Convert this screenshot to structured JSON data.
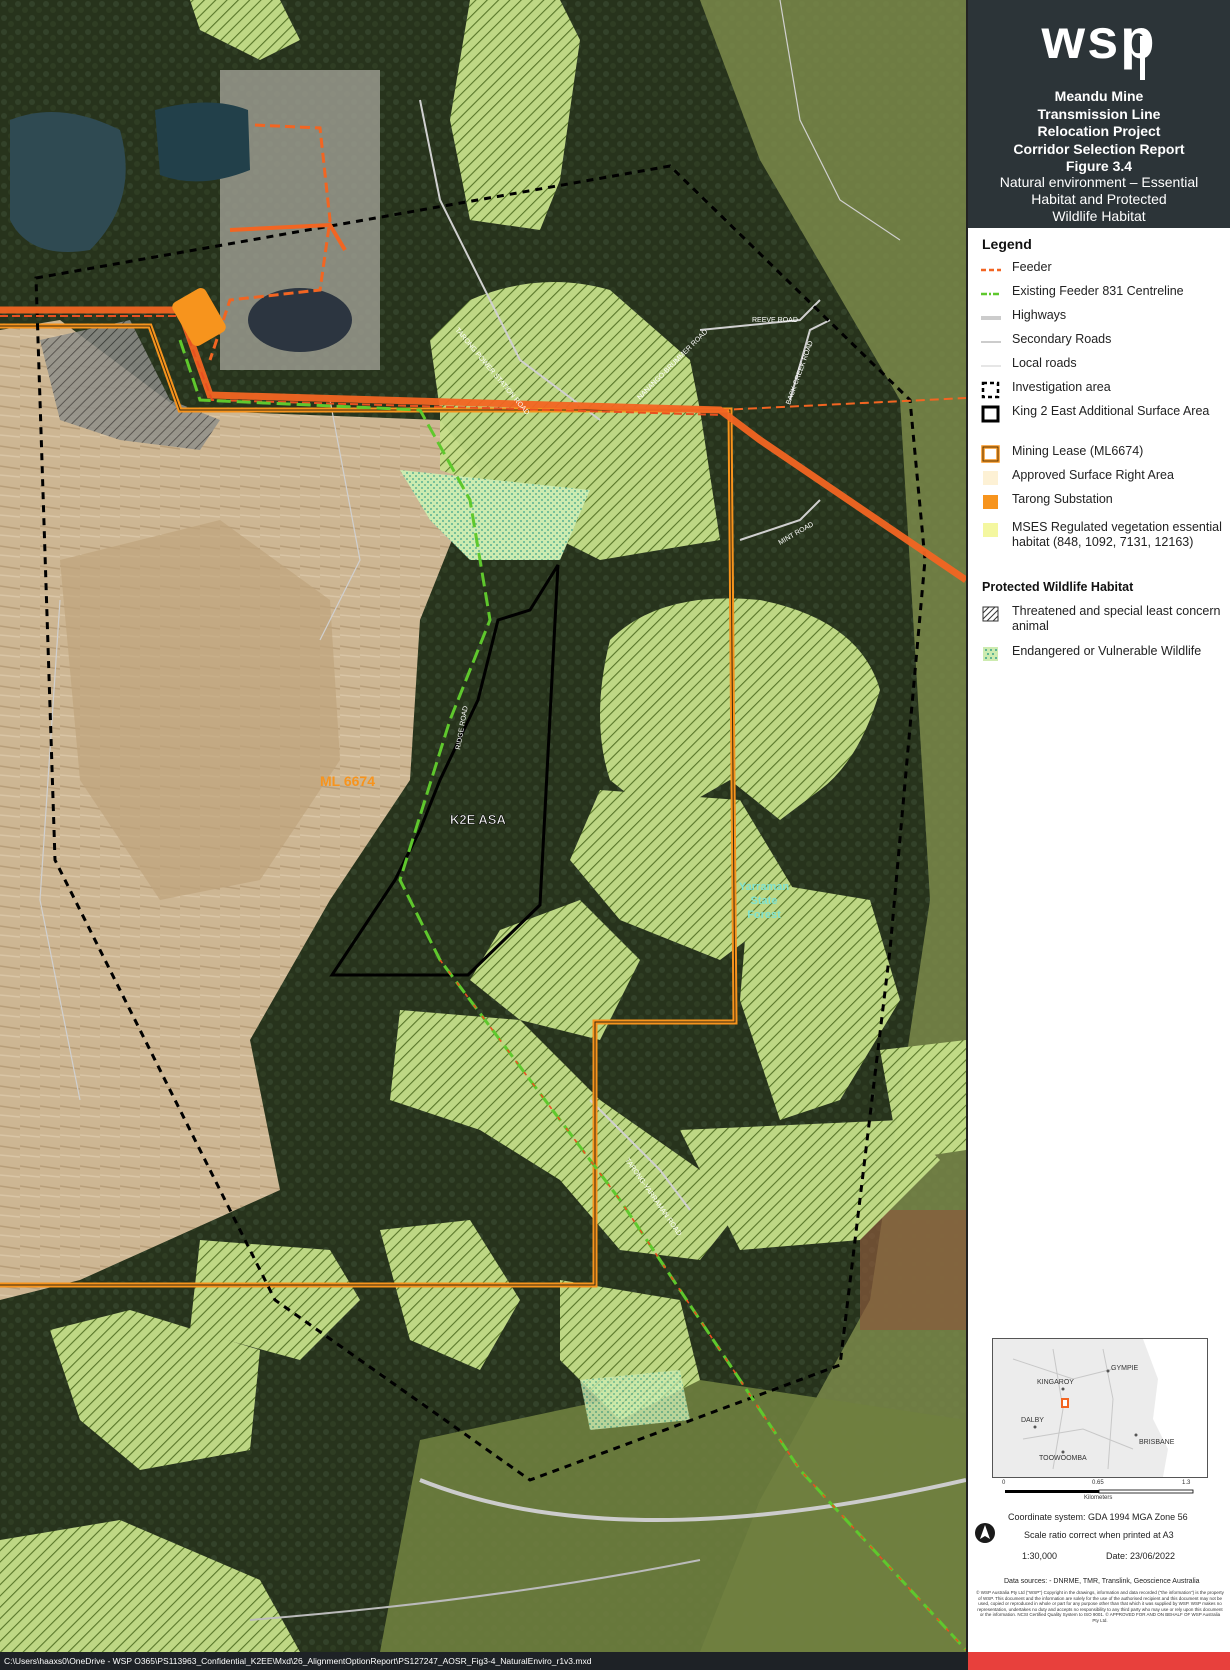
{
  "title": {
    "logo": "wsp",
    "line1": "Meandu Mine",
    "line2": "Transmission Line",
    "line3": "Relocation Project",
    "line4": "Corridor Selection Report",
    "line5": "Figure 3.4",
    "sub1": "Natural environment – Essential",
    "sub2": "Habitat and Protected",
    "sub3": "Wildlife Habitat"
  },
  "legend": {
    "heading": "Legend",
    "items": [
      {
        "label": "Feeder",
        "symbol": "feeder-line"
      },
      {
        "label": "Existing Feeder 831 Centreline",
        "symbol": "existing-feeder-line"
      },
      {
        "label": "Highways",
        "symbol": "highway-line"
      },
      {
        "label": "Secondary Roads",
        "symbol": "secondary-road-line"
      },
      {
        "label": "Local roads",
        "symbol": "local-road-line"
      },
      {
        "label": "Investigation area",
        "symbol": "investigation-area-box"
      },
      {
        "label": "King 2 East Additional Surface Area",
        "symbol": "k2e-box"
      },
      {
        "label": "Mining Lease (ML6674)",
        "symbol": "mining-lease-box"
      },
      {
        "label": "Approved Surface Right Area",
        "symbol": "surface-right-box"
      },
      {
        "label": "Tarong Substation",
        "symbol": "substation-box"
      },
      {
        "label": "MSES Regulated vegetation essential habitat (848, 1092, 7131, 12163)",
        "symbol": "mses-box"
      }
    ],
    "subheading": "Protected Wildlife Habitat",
    "wildlife_items": [
      {
        "label": "Threatened and special least concern animal",
        "symbol": "threatened-hatch-box"
      },
      {
        "label": "Endangered or Vulnerable Wildlife",
        "symbol": "endangered-dots-box"
      }
    ]
  },
  "inset": {
    "towns": [
      "GYMPIE",
      "KINGAROY",
      "DALBY",
      "BRISBANE",
      "TOOWOOMBA"
    ]
  },
  "scale": {
    "ticks": [
      "0",
      "0.65",
      "1.3"
    ],
    "unit": "Kilometers",
    "coordinate_system": "Coordinate system: GDA 1994 MGA Zone 56",
    "ratio_note": "Scale ratio correct when printed at A3",
    "ratio": "1:30,000",
    "date": "Date: 23/06/2022"
  },
  "data_sources": "Data sources: - DNRME, TMR, Translink, Geoscience Australia",
  "copyright": "© WSP Australia Pty Ltd (\"WSP\") Copyright in the drawings, information and data recorded (\"the information\") is the property of WSP. This document and the information are solely for the use of the authorised recipient and this document may not be used, copied or reproduced in whole or part for any purpose other than that which it was supplied by WSP. WSP makes no representation, undertakes no duty and accepts no responsibility to any third party who may use or rely upon this document or the information. NCSI Certified Quality System to ISO 9001. © APPROVED FOR AND ON BEHALF OF WSP Australia Pty Ltd.",
  "file_path": "C:\\Users\\haaxs0\\OneDrive - WSP O365\\PS113963_Confidential_K2EE\\Mxd\\26_AlignmentOptionReport\\PS127247_AOSR_Fig3-4_NaturalEnviro_r1v3.mxd",
  "map_labels": {
    "ml": "ML 6674",
    "k2e": "K2E ASA",
    "forest1": "Yarraman",
    "forest2": "State",
    "forest3": "Forest",
    "road_ridge": "RIDGE ROAD",
    "road_tarong_power": "TARONG POWER STATION ROAD",
    "road_nanango": "NANANGO-BRUMMER ROAD",
    "road_reeve": "REEVE ROAD",
    "road_backcreek": "BACK CREEK ROAD",
    "road_mint": "MINT ROAD",
    "road_tarong_yarraman": "TARONG-YARRAMAN ROAD"
  },
  "colors": {
    "feeder": "#f26522",
    "existing_feeder": "#5fc82d",
    "mining_lease": "#f7941d",
    "substation": "#f7941d",
    "mses": "#f4f7a0",
    "surface_right": "#fdf1d5",
    "title_bg": "#2c3438"
  }
}
